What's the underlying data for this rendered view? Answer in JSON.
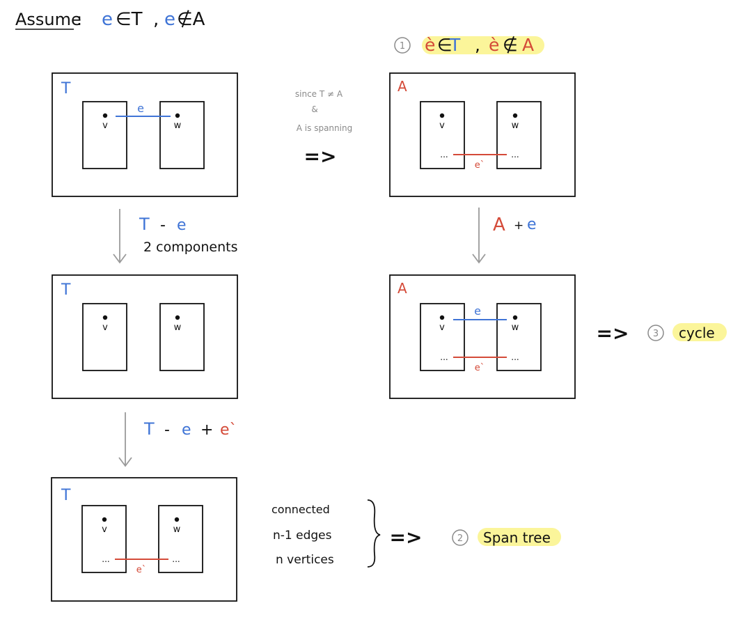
{
  "colors": {
    "ink": "#111111",
    "blue": "#3f74d6",
    "red": "#d44a38",
    "gray": "#8a8a8a",
    "highlight": "#fbf59a"
  },
  "header": {
    "assume_label": "Assume",
    "colon": ":",
    "e1": "e",
    "in_T": "∈T",
    "comma": ",",
    "e2": "e",
    "notin_A": "∉A"
  },
  "step1": {
    "num": "1",
    "e_prime_a": "è",
    "in": "∈",
    "T": "T",
    "comma": ",",
    "e_prime_b": "è",
    "notin": "∉",
    "A": "A"
  },
  "since_note": {
    "line1": "since T ≠ A",
    "line2": "&",
    "line3": "A is spanning",
    "arrow": "=>"
  },
  "labels": {
    "T": "T",
    "A": "A",
    "v": "v",
    "w": "w",
    "e": "e",
    "e_prime": "e`",
    "dots": "..."
  },
  "arrow_left_1": {
    "T": "T",
    "minus": "-",
    "e": "e",
    "components": "2 components"
  },
  "arrow_right_1": {
    "A": "A",
    "plus": "+",
    "e": "e"
  },
  "arrow_left_2": {
    "T": "T",
    "minus": "-",
    "e": "e",
    "plus": "+",
    "e_prime": "e`"
  },
  "step3": {
    "arrow": "=>",
    "num": "3",
    "text": "cycle"
  },
  "conditions": {
    "line1": "connected",
    "line2": "n-1 edges",
    "line3": "n vertices"
  },
  "step2": {
    "arrow": "=>",
    "num": "2",
    "text": "Span tree"
  }
}
